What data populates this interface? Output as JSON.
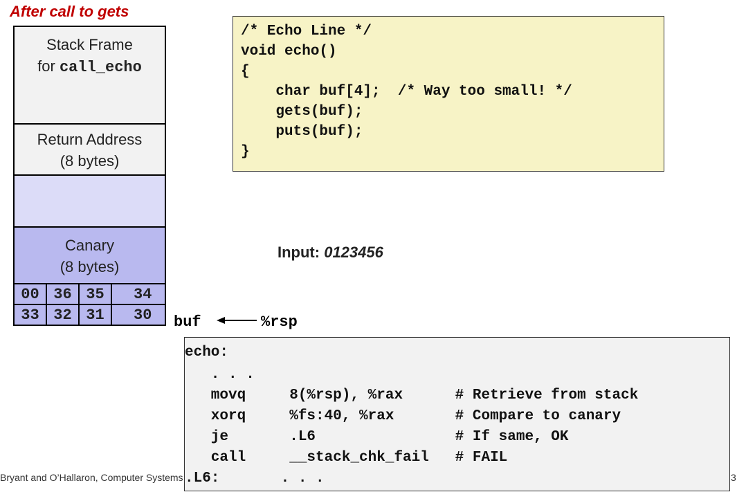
{
  "title": "After call to gets",
  "stack": {
    "frame_line1": "Stack Frame",
    "frame_line2_prefix": "for ",
    "frame_line2_code": "call_echo",
    "return_line1": "Return Address",
    "return_line2": "(8 bytes)",
    "canary_line1": "Canary",
    "canary_line2": "(8 bytes)",
    "bytes_row1": [
      "00",
      "36",
      "35",
      "34"
    ],
    "bytes_row2": [
      "33",
      "32",
      "31",
      "30"
    ],
    "colors": {
      "frame_bg": "#f2f2f2",
      "empty_bg": "#dcdcf8",
      "canary_bg": "#b9b9ef"
    }
  },
  "c_code": {
    "lines": [
      "/* Echo Line */",
      "void echo()",
      "{",
      "    char buf[4];  /* Way too small! */",
      "    gets(buf);",
      "    puts(buf);",
      "}"
    ],
    "bg": "#f7f3c6"
  },
  "input": {
    "label": "Input: ",
    "value": "0123456"
  },
  "pointer": {
    "buf": "buf",
    "rsp": "%rsp"
  },
  "asm_code": {
    "lines": [
      "echo:",
      "   . . .",
      "   movq     8(%rsp), %rax      # Retrieve from stack",
      "   xorq     %fs:40, %rax       # Compare to canary",
      "   je       .L6                # If same, OK",
      "   call     __stack_chk_fail   # FAIL",
      ".L6:       . . ."
    ],
    "bg": "#f2f2f2"
  },
  "footer": {
    "left": "Bryant and O’Hallaron, Computer Systems: A Programmer’s Perspective, Third Edition",
    "page": "3"
  }
}
